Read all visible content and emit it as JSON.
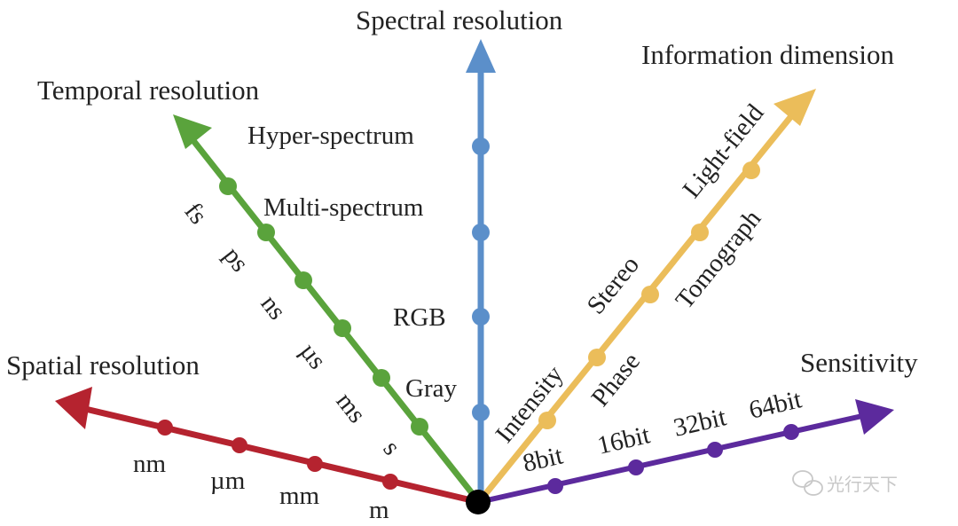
{
  "axes": {
    "spatial": {
      "title": "Spatial resolution",
      "color": "#b5232f",
      "ticks": [
        "nm",
        "µm",
        "mm",
        "m"
      ]
    },
    "temporal": {
      "title": "Temporal resolution",
      "color": "#5aa33c",
      "ticks": [
        "fs",
        "ps",
        "ns",
        "µs",
        "ms",
        "s"
      ]
    },
    "spectral": {
      "title": "Spectral resolution",
      "color": "#5b8fca",
      "ticks": [
        "Hyper-spectrum",
        "Multi-spectrum",
        "RGB",
        "Gray"
      ]
    },
    "information": {
      "title": "Information dimension",
      "color": "#ebbd5a",
      "ticks": [
        "Light-field",
        "Tomograph",
        "Stereo",
        "Phase",
        "Intensity"
      ]
    },
    "sensitivity": {
      "title": "Sensitivity",
      "color": "#5c2a9d",
      "ticks": [
        "8bit",
        "16bit",
        "32bit",
        "64bit"
      ]
    }
  },
  "origin": {
    "color": "#000000"
  },
  "watermark": {
    "text": "光行天下",
    "icon": "wechat-icon"
  }
}
